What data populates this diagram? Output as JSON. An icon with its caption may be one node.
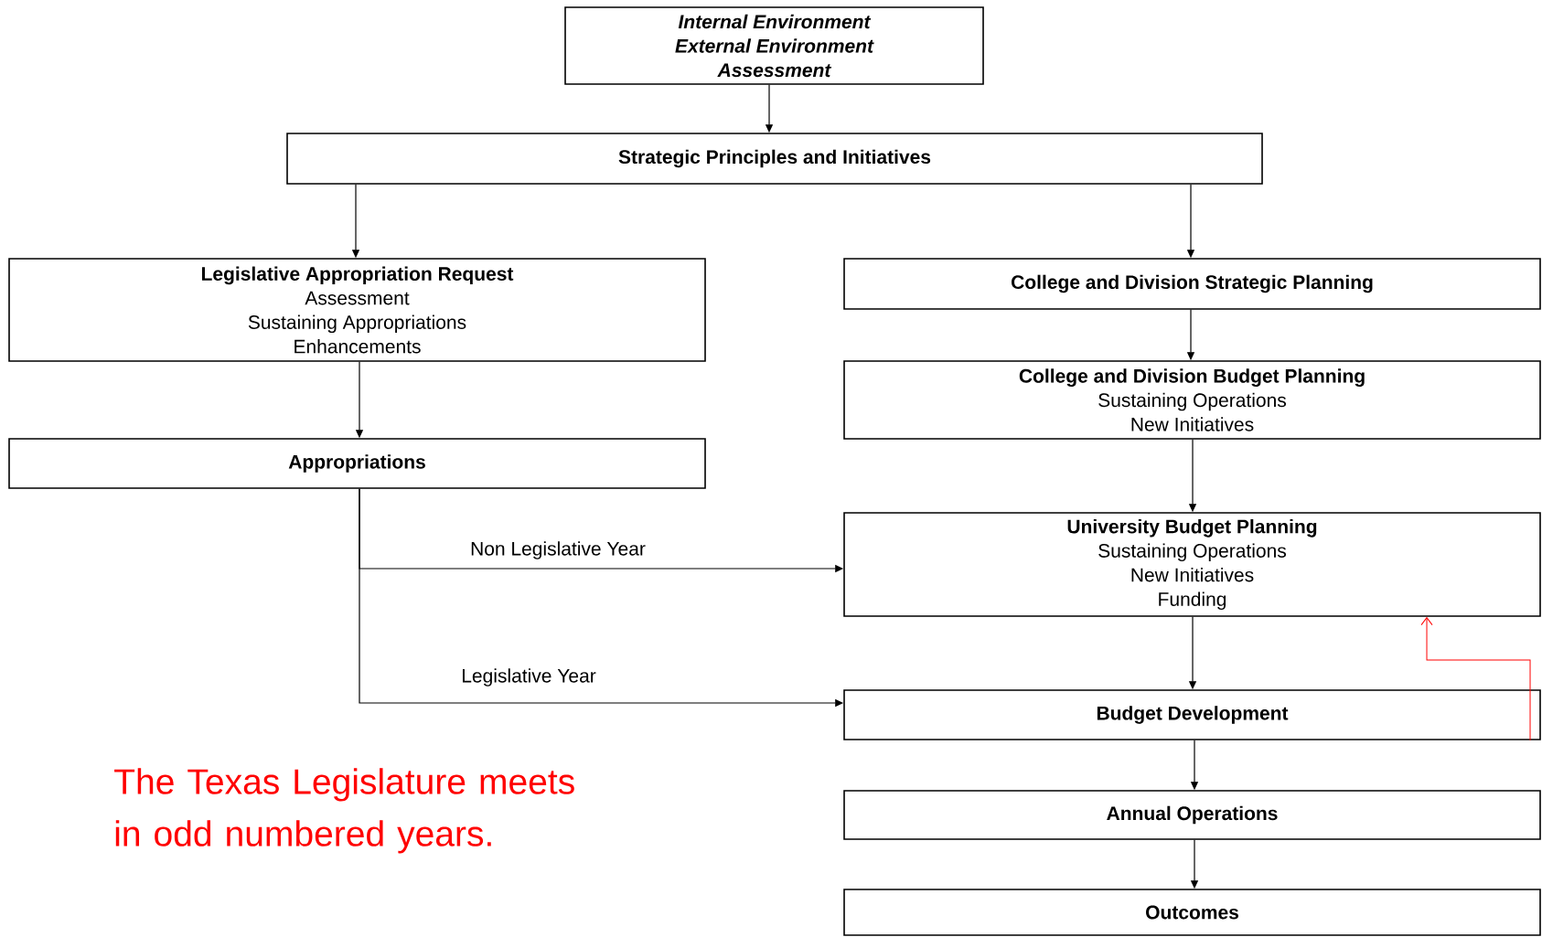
{
  "diagram": {
    "nodes": [
      {
        "text": [
          "Internal Environment",
          "External Environment",
          "Assessment"
        ]
      },
      {
        "text": [
          "Strategic Principles and Initiatives"
        ]
      },
      {
        "text": [
          "Legislative Appropriation Request",
          "Assessment",
          "Sustaining Appropriations",
          "Enhancements"
        ]
      },
      {
        "text": [
          "Appropriations"
        ]
      },
      {
        "text": [
          "College and Division Strategic Planning"
        ]
      },
      {
        "text": [
          "College and Division Budget Planning",
          "Sustaining Operations",
          "New Initiatives"
        ]
      },
      {
        "text": [
          "University Budget Planning",
          "Sustaining Operations",
          "New Initiatives",
          "Funding"
        ]
      },
      {
        "text": [
          "Budget Development"
        ]
      },
      {
        "text": [
          "Annual Operations"
        ]
      },
      {
        "text": [
          "Outcomes"
        ]
      }
    ],
    "edges": [
      {
        "from": 0,
        "to": 1,
        "arrow": "to"
      },
      {
        "from": 1,
        "to": 2,
        "arrow": "to"
      },
      {
        "from": 1,
        "to": 4,
        "arrow": "to"
      },
      {
        "from": 2,
        "to": 3,
        "arrow": "to"
      },
      {
        "from": 4,
        "to": 5,
        "arrow": "to"
      },
      {
        "from": 5,
        "to": 6,
        "arrow": "to"
      },
      {
        "from": 6,
        "to": 7,
        "arrow": "to"
      },
      {
        "from": 7,
        "to": 8,
        "arrow": "to"
      },
      {
        "from": 8,
        "to": 9,
        "arrow": "to"
      },
      {
        "from": 3,
        "to": 6,
        "arrow": "to",
        "label": "Non Legislative Year"
      },
      {
        "from": 3,
        "to": 7,
        "arrow": "to",
        "label": "Legislative Year"
      },
      {
        "from": 7,
        "to": 6,
        "arrow": "to",
        "color": "#ff0000"
      }
    ],
    "labels": [
      "The Texas Legislature meets in odd numbered years."
    ]
  }
}
